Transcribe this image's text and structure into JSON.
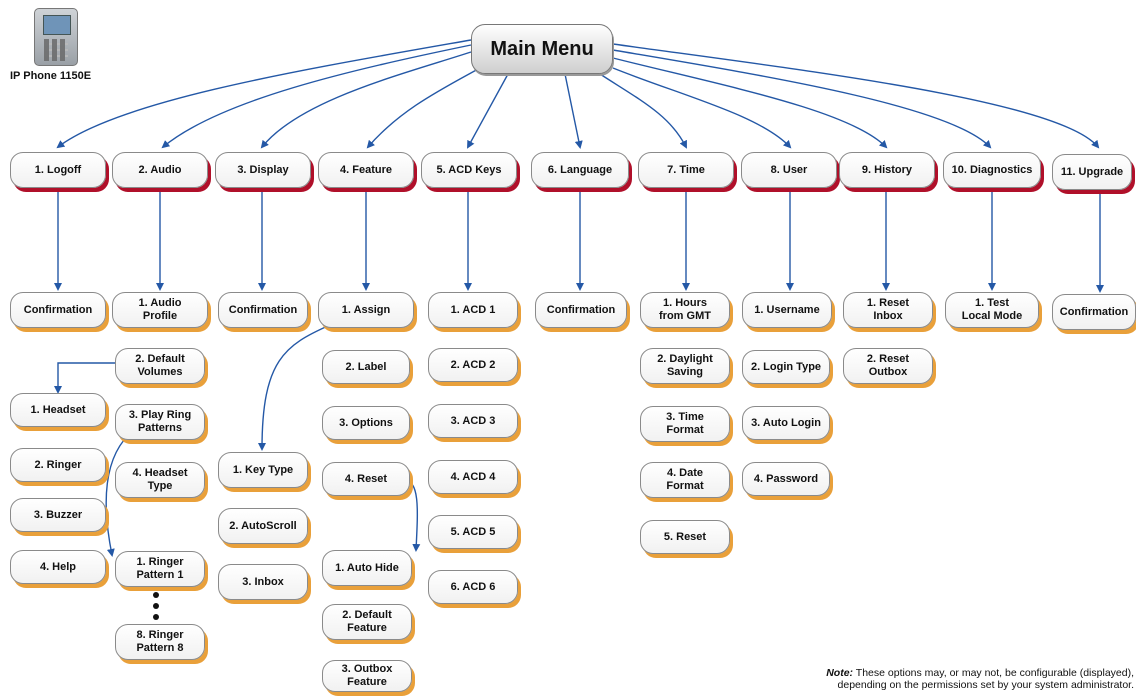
{
  "phone": {
    "label": "IP Phone 1150E"
  },
  "main_menu": "Main Menu",
  "note": {
    "label": "Note:",
    "text": "These options may, or may not, be configurable (displayed), depending on the permissions set by your system administrator."
  },
  "colors": {
    "arrow": "#2458a6",
    "shadow_red": "#b0102a",
    "shadow_orange": "#e9a03a"
  },
  "menus": {
    "logoff": "1. Logoff",
    "audio": "2. Audio",
    "display": "3. Display",
    "feature": "4. Feature",
    "acd_keys": "5. ACD Keys",
    "language": "6. Language",
    "time": "7. Time",
    "user": "8. User",
    "history": "9. History",
    "diagnostics": "10. Diagnostics",
    "upgrade": "11. Upgrade"
  },
  "logoff": {
    "confirmation": "Confirmation"
  },
  "audio": {
    "audio_profile": "1. Audio\nProfile",
    "default_volumes": "2. Default\nVolumes",
    "play_ring_patterns": "3. Play Ring\nPatterns",
    "headset_type": "4. Headset\nType",
    "volumes": [
      "1. Headset",
      "2. Ringer",
      "3. Buzzer",
      "4. Help"
    ],
    "ringer_pattern_1": "1. Ringer\nPattern 1",
    "ringer_pattern_8": "8. Ringer\nPattern 8"
  },
  "display": {
    "confirmation": "Confirmation",
    "key_type": "1. Key Type",
    "autoscroll": "2. AutoScroll",
    "inbox": "3. Inbox"
  },
  "feature": {
    "assign": "1. Assign",
    "label": "2. Label",
    "options": "3. Options",
    "reset": "4. Reset",
    "auto_hide": "1. Auto Hide",
    "default_feature": "2. Default\nFeature",
    "outbox_feature": "3. Outbox\nFeature"
  },
  "acd_keys": {
    "items": [
      "1. ACD 1",
      "2. ACD 2",
      "3. ACD 3",
      "4. ACD 4",
      "5. ACD 5",
      "6. ACD 6"
    ]
  },
  "language": {
    "confirmation": "Confirmation"
  },
  "time": {
    "items": [
      "1. Hours\nfrom GMT",
      "2. Daylight\nSaving",
      "3. Time\nFormat",
      "4. Date\nFormat",
      "5. Reset"
    ]
  },
  "user": {
    "items": [
      "1. Username",
      "2. Login Type",
      "3. Auto Login",
      "4. Password"
    ]
  },
  "history": {
    "items": [
      "1. Reset\nInbox",
      "2. Reset\nOutbox"
    ]
  },
  "diagnostics": {
    "test_local_mode": "1. Test\nLocal Mode"
  },
  "upgrade": {
    "confirmation": "Confirmation"
  }
}
